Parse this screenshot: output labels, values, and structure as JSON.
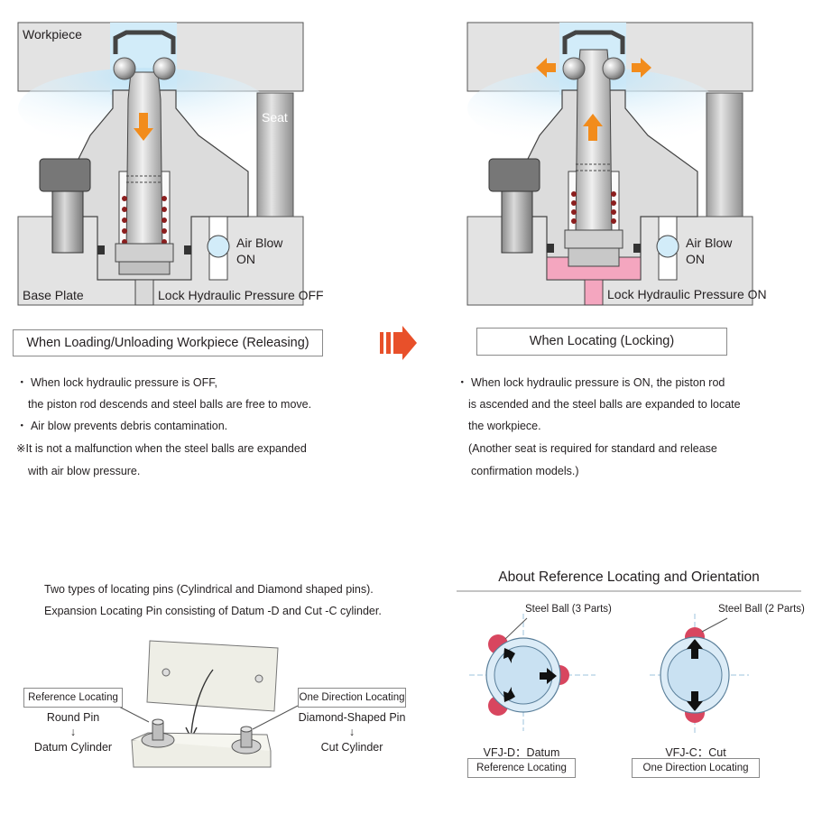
{
  "left_diagram": {
    "workpiece_label": "Workpiece",
    "seat_label": "Seat",
    "air_blow_label_1": "Air Blow",
    "air_blow_label_2": "ON",
    "base_plate_label": "Base Plate",
    "pressure_label": "Lock Hydraulic Pressure OFF",
    "caption": "When Loading/Unloading Workpiece (Releasing)"
  },
  "right_diagram": {
    "air_blow_label_1": "Air Blow",
    "air_blow_label_2": "ON",
    "pressure_label": "Lock Hydraulic Pressure ON",
    "caption": "When Locating (Locking)"
  },
  "left_notes": [
    "・ When lock hydraulic pressure is OFF,",
    "the piston rod descends and steel balls are free to move.",
    "・ Air blow prevents debris contamination.",
    "※It is not a malfunction when the steel balls are expanded",
    "with air blow pressure."
  ],
  "right_notes": [
    "・ When lock hydraulic pressure is ON, the piston rod",
    "is ascended and the steel balls are expanded to locate",
    "the workpiece.",
    "(Another seat is required for standard and release",
    "confirmation models.)"
  ],
  "pins_section": {
    "intro_1": "Two types of locating pins (Cylindrical and Diamond shaped pins).",
    "intro_2": "Expansion Locating Pin consisting of Datum -D and Cut -C cylinder.",
    "ref_box": "Reference Locating",
    "ref_line1": "Round Pin",
    "ref_arrow": "↓",
    "ref_line2": "Datum Cylinder",
    "one_box": "One Direction Locating",
    "one_line1": "Diamond-Shaped Pin",
    "one_arrow": "↓",
    "one_line2": "Cut Cylinder"
  },
  "orientation_section": {
    "title": "About Reference Locating and Orientation",
    "steel_ball_3": "Steel Ball (3 Parts)",
    "steel_ball_2": "Steel Ball (2 Parts)",
    "vfj_d": "VFJ-D：Datum",
    "vfj_c": "VFJ-C：Cut",
    "ref_box": "Reference Locating",
    "one_box": "One Direction Locating"
  },
  "colors": {
    "orange": "#f28c1c",
    "red_arrow": "#e8502a",
    "pink": "#f4a6bf",
    "ball_red": "#d8465f",
    "light_blue": "#cfe6f4",
    "gray_part": "#d9d9d9"
  }
}
